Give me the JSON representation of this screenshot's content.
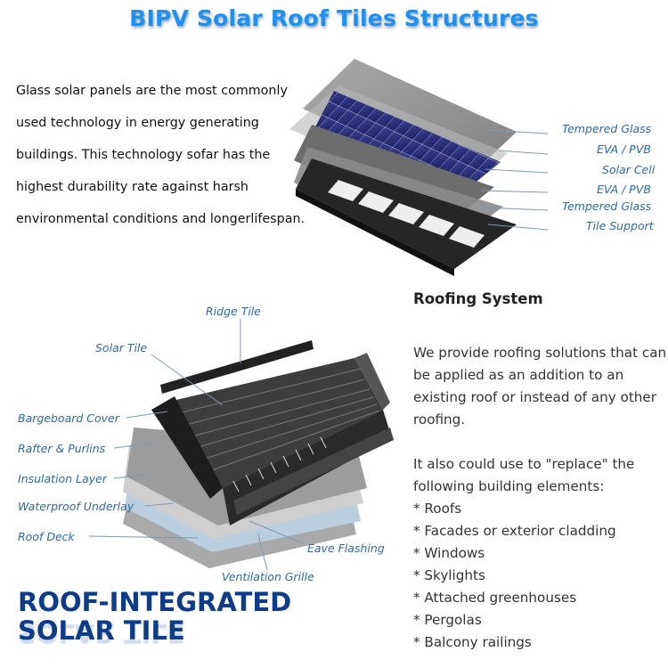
{
  "title": "BIPV Solar Roof Tiles Structures",
  "intro_lines": [
    "Glass solar panels are the most commonly",
    "used technology in energy generating",
    "buildings. This technology sofar has the",
    "highest durability rate against harsh",
    "environmental conditions and longerlifespan."
  ],
  "layer_labels": [
    "Tempered Glass",
    "EVA / PVB",
    "Solar Cell",
    "EVA / PVB",
    "Tempered Glass",
    "Tile Support"
  ],
  "roof_labels": {
    "ridge_tile": "Ridge Tile",
    "solar_tile": "Solar Tile",
    "bargeboard_cover": "Bargeboard Cover",
    "rafter_purlins": "Rafter & Purlins",
    "insulation_layer": "Insulation Layer",
    "waterproof_underlay": "Waterproof Underlay",
    "roof_deck": "Roof Deck",
    "eave_flashing": "Eave Flashing",
    "ventilation_grille": "Ventilation Grille"
  },
  "roofing": {
    "heading": "Roofing System",
    "paragraph1": "We provide roofing solutions that can be applied as an addition to an existing roof or instead of any other roofing.",
    "paragraph2": "It also could use to \"replace\" the following building elements:",
    "items": [
      "* Roofs",
      "* Facades or exterior cladding",
      "* Windows",
      "* Skylights",
      "* Attached greenhouses",
      "* Pergolas",
      "* Balcony railings"
    ]
  },
  "banner": {
    "line1": "ROOF-INTEGRATED",
    "line2": "SOLAR TILE"
  }
}
